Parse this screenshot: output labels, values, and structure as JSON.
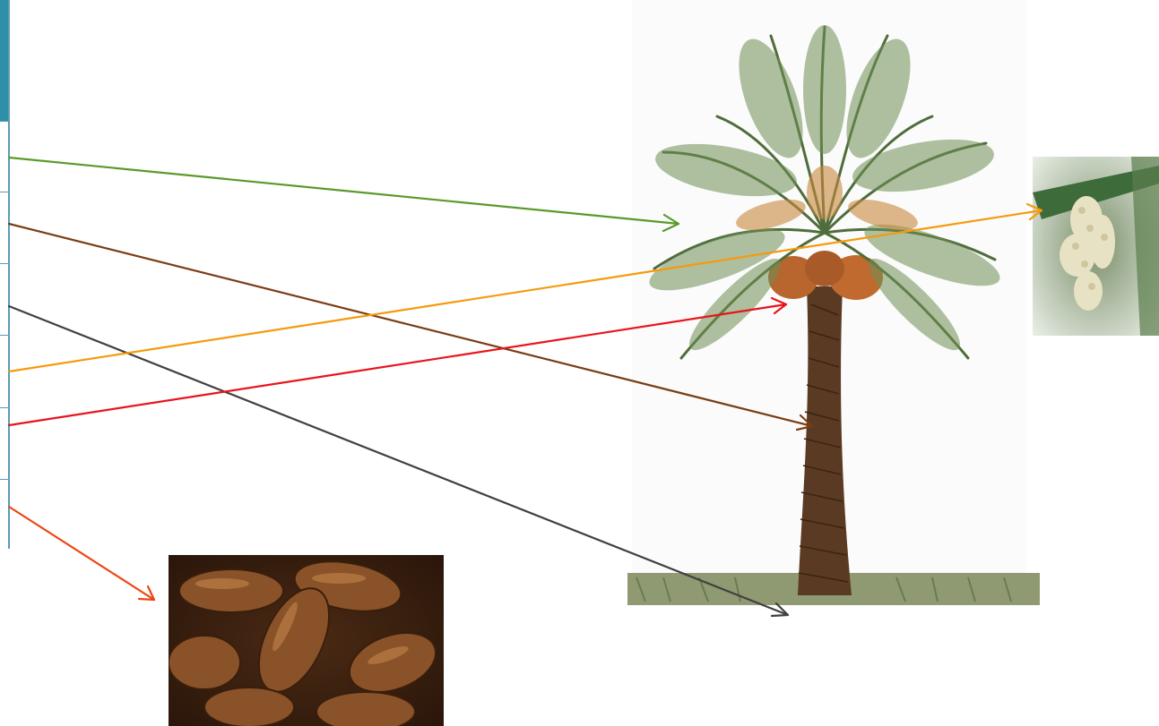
{
  "table": {
    "header_color": "#2f8fa8",
    "border_color": "#5b9bb5",
    "row_count": 6
  },
  "images": [
    {
      "name": "palm-tree",
      "depicts": "date-palm-tree-photo"
    },
    {
      "name": "pollen",
      "depicts": "palm-flower-cluster-photo"
    },
    {
      "name": "dates",
      "depicts": "dried-dates-photo"
    }
  ],
  "arrows": [
    {
      "name": "arrow-leaves",
      "color": "#5a9a2a",
      "target": "palm-tree-photo"
    },
    {
      "name": "arrow-trunk",
      "color": "#7a3d14",
      "target": "palm-tree-photo"
    },
    {
      "name": "arrow-roots",
      "color": "#404040",
      "target": "palm-tree-photo"
    },
    {
      "name": "arrow-flower",
      "color": "#f59a0c",
      "target": "palm-flower-photo"
    },
    {
      "name": "arrow-fruit-cluster",
      "color": "#e8141c",
      "target": "palm-tree-photo"
    },
    {
      "name": "arrow-dates",
      "color": "#ee4514",
      "target": "dates-photo"
    }
  ]
}
